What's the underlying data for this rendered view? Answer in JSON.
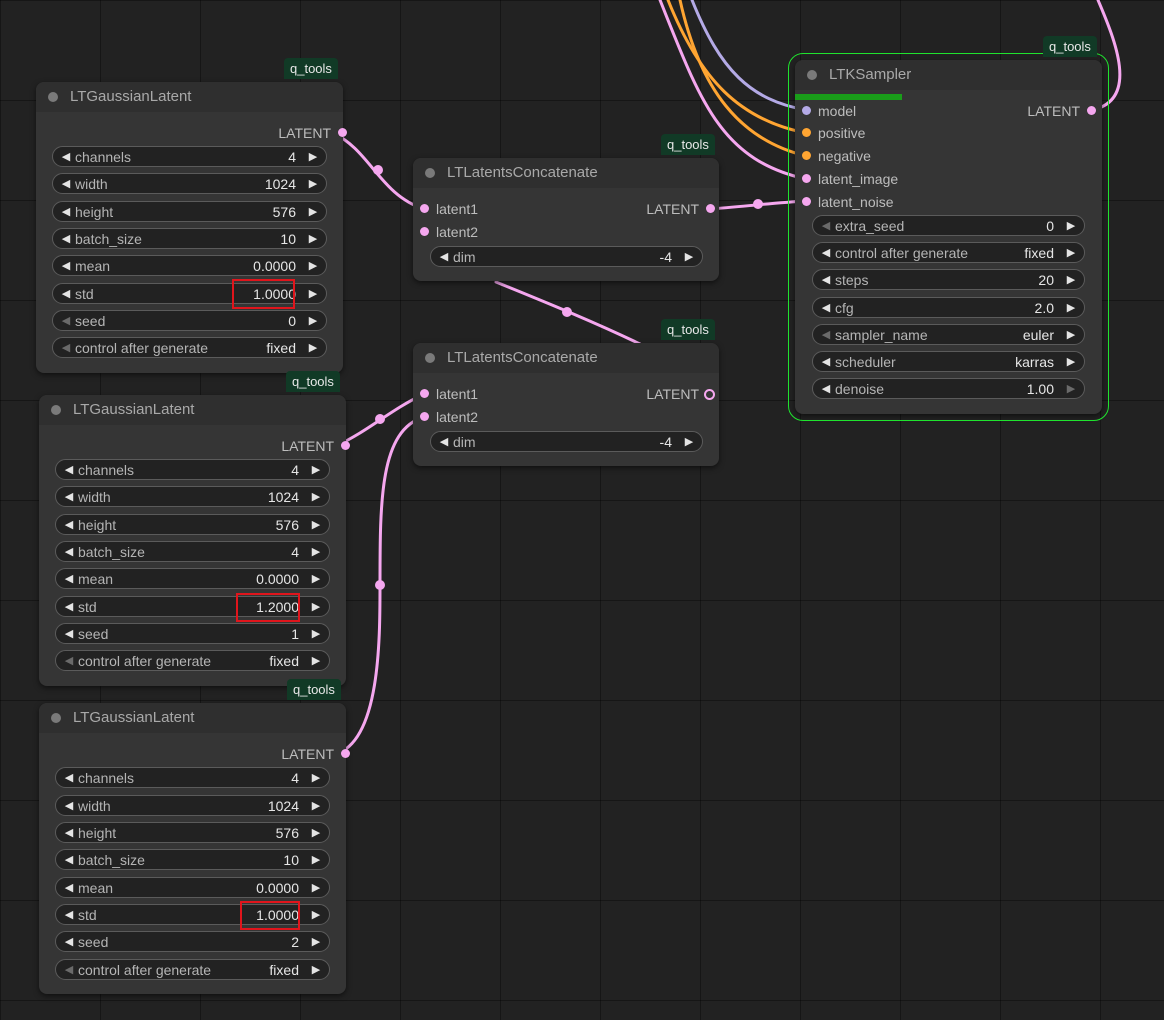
{
  "badge": "q_tools",
  "gaussian": [
    {
      "title": "LTGaussianLatent",
      "output": "LATENT",
      "widgets": [
        {
          "label": "channels",
          "value": "4"
        },
        {
          "label": "width",
          "value": "1024"
        },
        {
          "label": "height",
          "value": "576"
        },
        {
          "label": "batch_size",
          "value": "10"
        },
        {
          "label": "mean",
          "value": "0.0000"
        },
        {
          "label": "std",
          "value": "1.0000"
        },
        {
          "label": "seed",
          "value": "0"
        },
        {
          "label": "control after generate",
          "value": "fixed"
        }
      ]
    },
    {
      "title": "LTGaussianLatent",
      "output": "LATENT",
      "widgets": [
        {
          "label": "channels",
          "value": "4"
        },
        {
          "label": "width",
          "value": "1024"
        },
        {
          "label": "height",
          "value": "576"
        },
        {
          "label": "batch_size",
          "value": "4"
        },
        {
          "label": "mean",
          "value": "0.0000"
        },
        {
          "label": "std",
          "value": "1.2000"
        },
        {
          "label": "seed",
          "value": "1"
        },
        {
          "label": "control after generate",
          "value": "fixed"
        }
      ]
    },
    {
      "title": "LTGaussianLatent",
      "output": "LATENT",
      "widgets": [
        {
          "label": "channels",
          "value": "4"
        },
        {
          "label": "width",
          "value": "1024"
        },
        {
          "label": "height",
          "value": "576"
        },
        {
          "label": "batch_size",
          "value": "10"
        },
        {
          "label": "mean",
          "value": "0.0000"
        },
        {
          "label": "std",
          "value": "1.0000"
        },
        {
          "label": "seed",
          "value": "2"
        },
        {
          "label": "control after generate",
          "value": "fixed"
        }
      ]
    }
  ],
  "concat": [
    {
      "title": "LTLatentsConcatenate",
      "inputs": [
        "latent1",
        "latent2"
      ],
      "output": "LATENT",
      "widget": {
        "label": "dim",
        "value": "-4"
      }
    },
    {
      "title": "LTLatentsConcatenate",
      "inputs": [
        "latent1",
        "latent2"
      ],
      "output": "LATENT",
      "widget": {
        "label": "dim",
        "value": "-4"
      }
    }
  ],
  "sampler": {
    "title": "LTKSampler",
    "inputs": [
      "model",
      "positive",
      "negative",
      "latent_image",
      "latent_noise"
    ],
    "output": "LATENT",
    "progress": 0.35,
    "widgets": [
      {
        "label": "extra_seed",
        "value": "0"
      },
      {
        "label": "control after generate",
        "value": "fixed"
      },
      {
        "label": "steps",
        "value": "20"
      },
      {
        "label": "cfg",
        "value": "2.0"
      },
      {
        "label": "sampler_name",
        "value": "euler"
      },
      {
        "label": "scheduler",
        "value": "karras"
      },
      {
        "label": "denoise",
        "value": "1.00"
      }
    ]
  },
  "colors": {
    "latent_wire": "#f5a7ef",
    "conditioning_wire": "#ffa532",
    "model_wire": "#b4aae6",
    "selected_outline": "#1fe32e",
    "progress": "#1a9e1a",
    "highlight_box": "#e0151c"
  }
}
